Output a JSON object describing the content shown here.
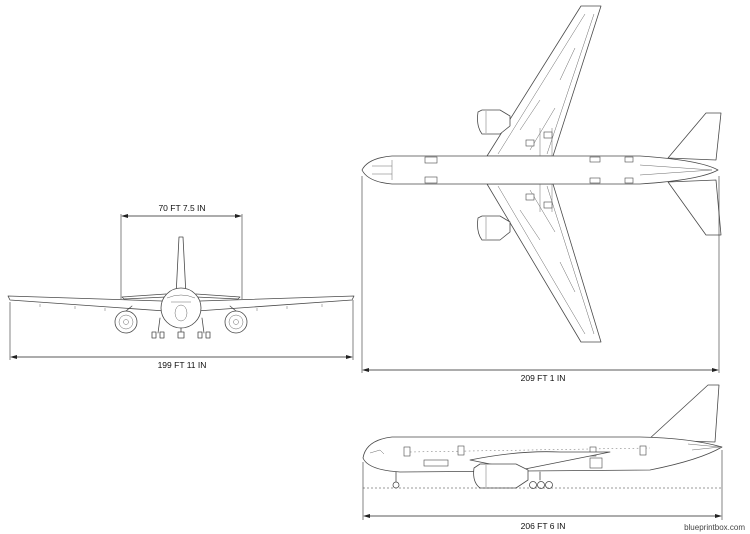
{
  "dimensions": {
    "height": "70 FT 7.5 IN",
    "wingspan": "199 FT 11 IN",
    "length_top": "209 FT 1 IN",
    "length_side": "206 FT 6 IN"
  },
  "watermark": "blueprintbox.com"
}
